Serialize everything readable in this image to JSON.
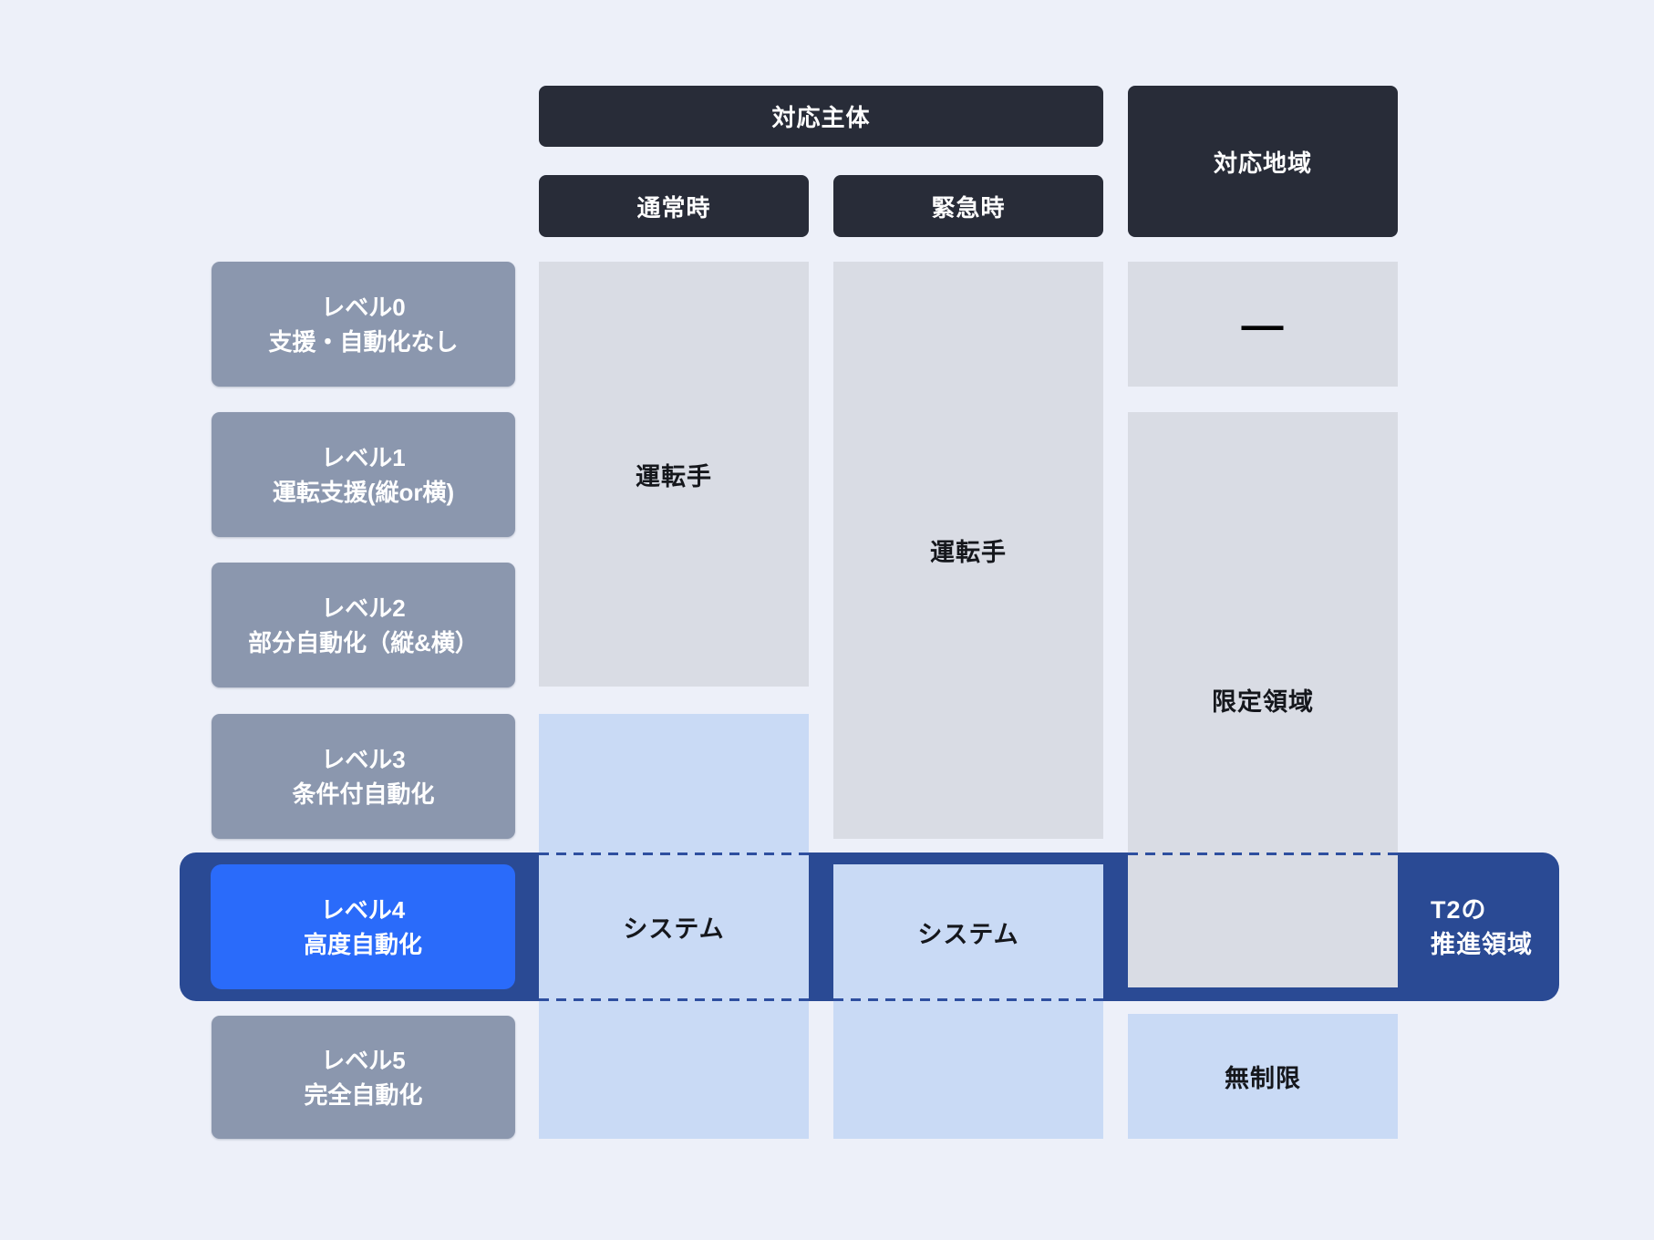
{
  "diagram": {
    "description": "Autonomous driving automation levels matrix with highlighted Level 4 promotion area"
  },
  "headers": {
    "subject": "対応主体",
    "normal": "通常時",
    "emergency": "緊急時",
    "region": "対応地域"
  },
  "levels": [
    {
      "line1": "レベル0",
      "line2": "支援・自動化なし"
    },
    {
      "line1": "レベル1",
      "line2": "運転支援(縦or横)"
    },
    {
      "line1": "レベル2",
      "line2": "部分自動化（縦&横）"
    },
    {
      "line1": "レベル3",
      "line2": "条件付自動化"
    },
    {
      "line1": "レベル4",
      "line2": "高度自動化"
    },
    {
      "line1": "レベル5",
      "line2": "完全自動化"
    }
  ],
  "cells": {
    "normal_driver": "運転手",
    "normal_system": "システム",
    "emergency_driver": "運転手",
    "emergency_system": "システム",
    "region_none": "―",
    "region_limited": "限定領域",
    "region_unlimited": "無制限"
  },
  "band": {
    "label_line1": "T2の",
    "label_line2": "推進領域"
  },
  "colors": {
    "background": "#edf0f9",
    "header_dark": "#282c38",
    "level_box": "#8b97ae",
    "level4_highlight": "#2a6bfa",
    "band_navy": "#2a4a94",
    "cell_gray": "#d9dce4",
    "cell_light_blue": "#c9daf5",
    "dashed_line": "#2e4f9f",
    "cell_text": "#15171c",
    "header_text": "#ffffff"
  }
}
